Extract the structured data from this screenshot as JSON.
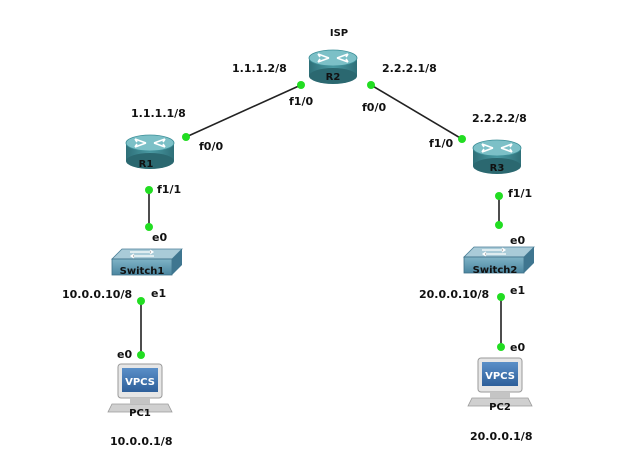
{
  "devices": {
    "isp_label": "ISP",
    "r1": {
      "name": "R1",
      "f0_0_ip": "1.1.1.1/8",
      "f0_0": "f0/0",
      "f1_1": "f1/1"
    },
    "r2": {
      "name": "R2",
      "f1_0_ip": "1.1.1.2/8",
      "f0_0_ip": "2.2.2.1/8",
      "f1_0": "f1/0",
      "f0_0": "f0/0"
    },
    "r3": {
      "name": "R3",
      "f1_0_ip": "2.2.2.2/8",
      "f1_0": "f1/0",
      "f1_1": "f1/1"
    },
    "switch1": {
      "name": "Switch1",
      "e0": "e0",
      "e1": "e1",
      "e1_ip": "10.0.0.10/8"
    },
    "switch2": {
      "name": "Switch2",
      "e0": "e0",
      "e1": "e1",
      "e1_ip": "20.0.0.10/8"
    },
    "pc1": {
      "name": "PC1",
      "screen_text": "VPCS",
      "e0": "e0",
      "ip": "10.0.0.1/8"
    },
    "pc2": {
      "name": "PC2",
      "screen_text": "VPCS",
      "e0": "e0",
      "ip": "20.0.0.1/8"
    }
  },
  "colors": {
    "router": "#3c8a93",
    "router_top": "#6fb3bb",
    "switch": "#5c9ab0",
    "link_dot": "#22dd22",
    "link": "#222222"
  }
}
